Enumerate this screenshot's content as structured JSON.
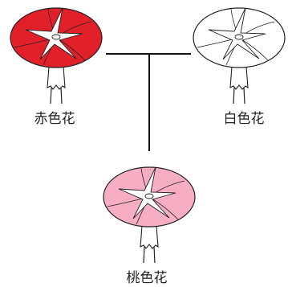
{
  "labels": {
    "red": "赤色花",
    "white": "白色花",
    "pink": "桃色花"
  },
  "colors": {
    "red_fill": "#e2202a",
    "white_fill": "#ffffff",
    "pink_fill": "#f7adc3",
    "star": "#ffffff",
    "outline": "#222222"
  }
}
